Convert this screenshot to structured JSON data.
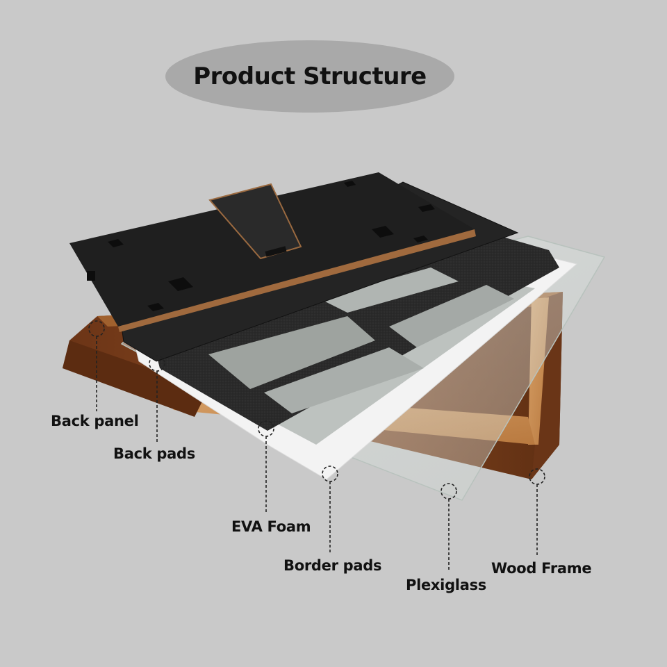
{
  "title": "Product Structure",
  "labels": {
    "back_panel": "Back panel",
    "back_pads": "Back pads",
    "eva_foam": "EVA Foam",
    "border_pads": "Border pads",
    "plexiglass": "Plexiglass",
    "wood_frame": "Wood Frame"
  },
  "colors": {
    "background": "#c9c9c9",
    "title_pill": "#a9a9a9",
    "wood": "#7a3f1c",
    "wood_light": "#c98c4f",
    "back_panel": "#1e1e1e",
    "foam": "#2b2b2b",
    "border_pad": "#f2f2f2",
    "glass": "#d9e0dc"
  }
}
